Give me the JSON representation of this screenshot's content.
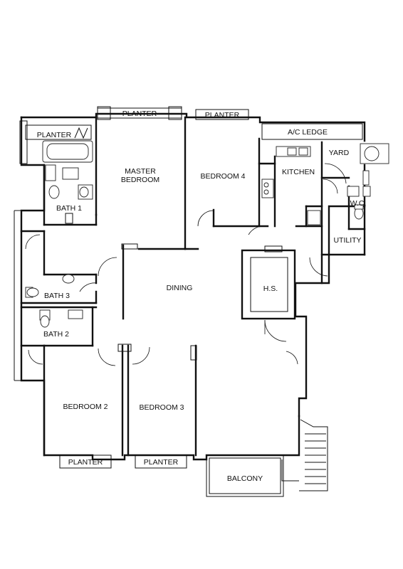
{
  "rooms": {
    "planter_top_1": "PLANTER",
    "planter_top_2": "PLANTER",
    "planter_left": "PLANTER",
    "ac_ledge": "A/C LEDGE",
    "master_bedroom_line1": "MASTER",
    "master_bedroom_line2": "BEDROOM",
    "bedroom4": "BEDROOM 4",
    "kitchen": "KITCHEN",
    "yard": "YARD",
    "wc": "W.C.",
    "utility": "UTILITY",
    "bath1": "BATH 1",
    "bath3": "BATH 3",
    "bath2": "BATH 2",
    "dining": "DINING",
    "hs": "H.S.",
    "bedroom2": "BEDROOM 2",
    "bedroom3": "BEDROOM 3",
    "planter_bottom_1": "PLANTER",
    "planter_bottom_2": "PLANTER",
    "balcony": "BALCONY"
  }
}
